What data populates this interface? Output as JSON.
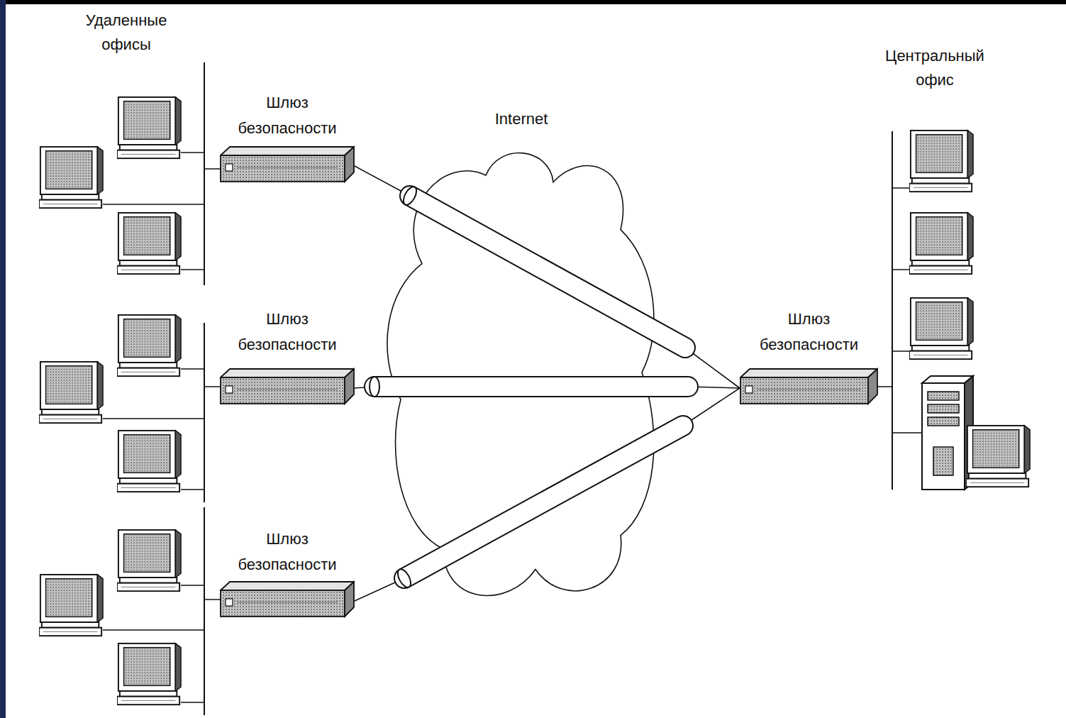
{
  "diagram": {
    "nodes": [
      {
        "text": [
          "Шлюз безопасности"
        ]
      },
      {
        "text": [
          "Шлюз безопасности"
        ]
      },
      {
        "text": [
          "Шлюз безопасности"
        ]
      },
      {
        "text": [
          "Internet"
        ]
      },
      {
        "text": [
          "Шлюз безопасности"
        ]
      }
    ],
    "edges": [
      {
        "from": 0,
        "to": 4,
        "arrow": "none"
      },
      {
        "from": 1,
        "to": 4,
        "arrow": "none"
      },
      {
        "from": 2,
        "to": 4,
        "arrow": "none"
      }
    ],
    "labels": [
      "Удаленные офисы",
      "Центральный офис"
    ]
  }
}
